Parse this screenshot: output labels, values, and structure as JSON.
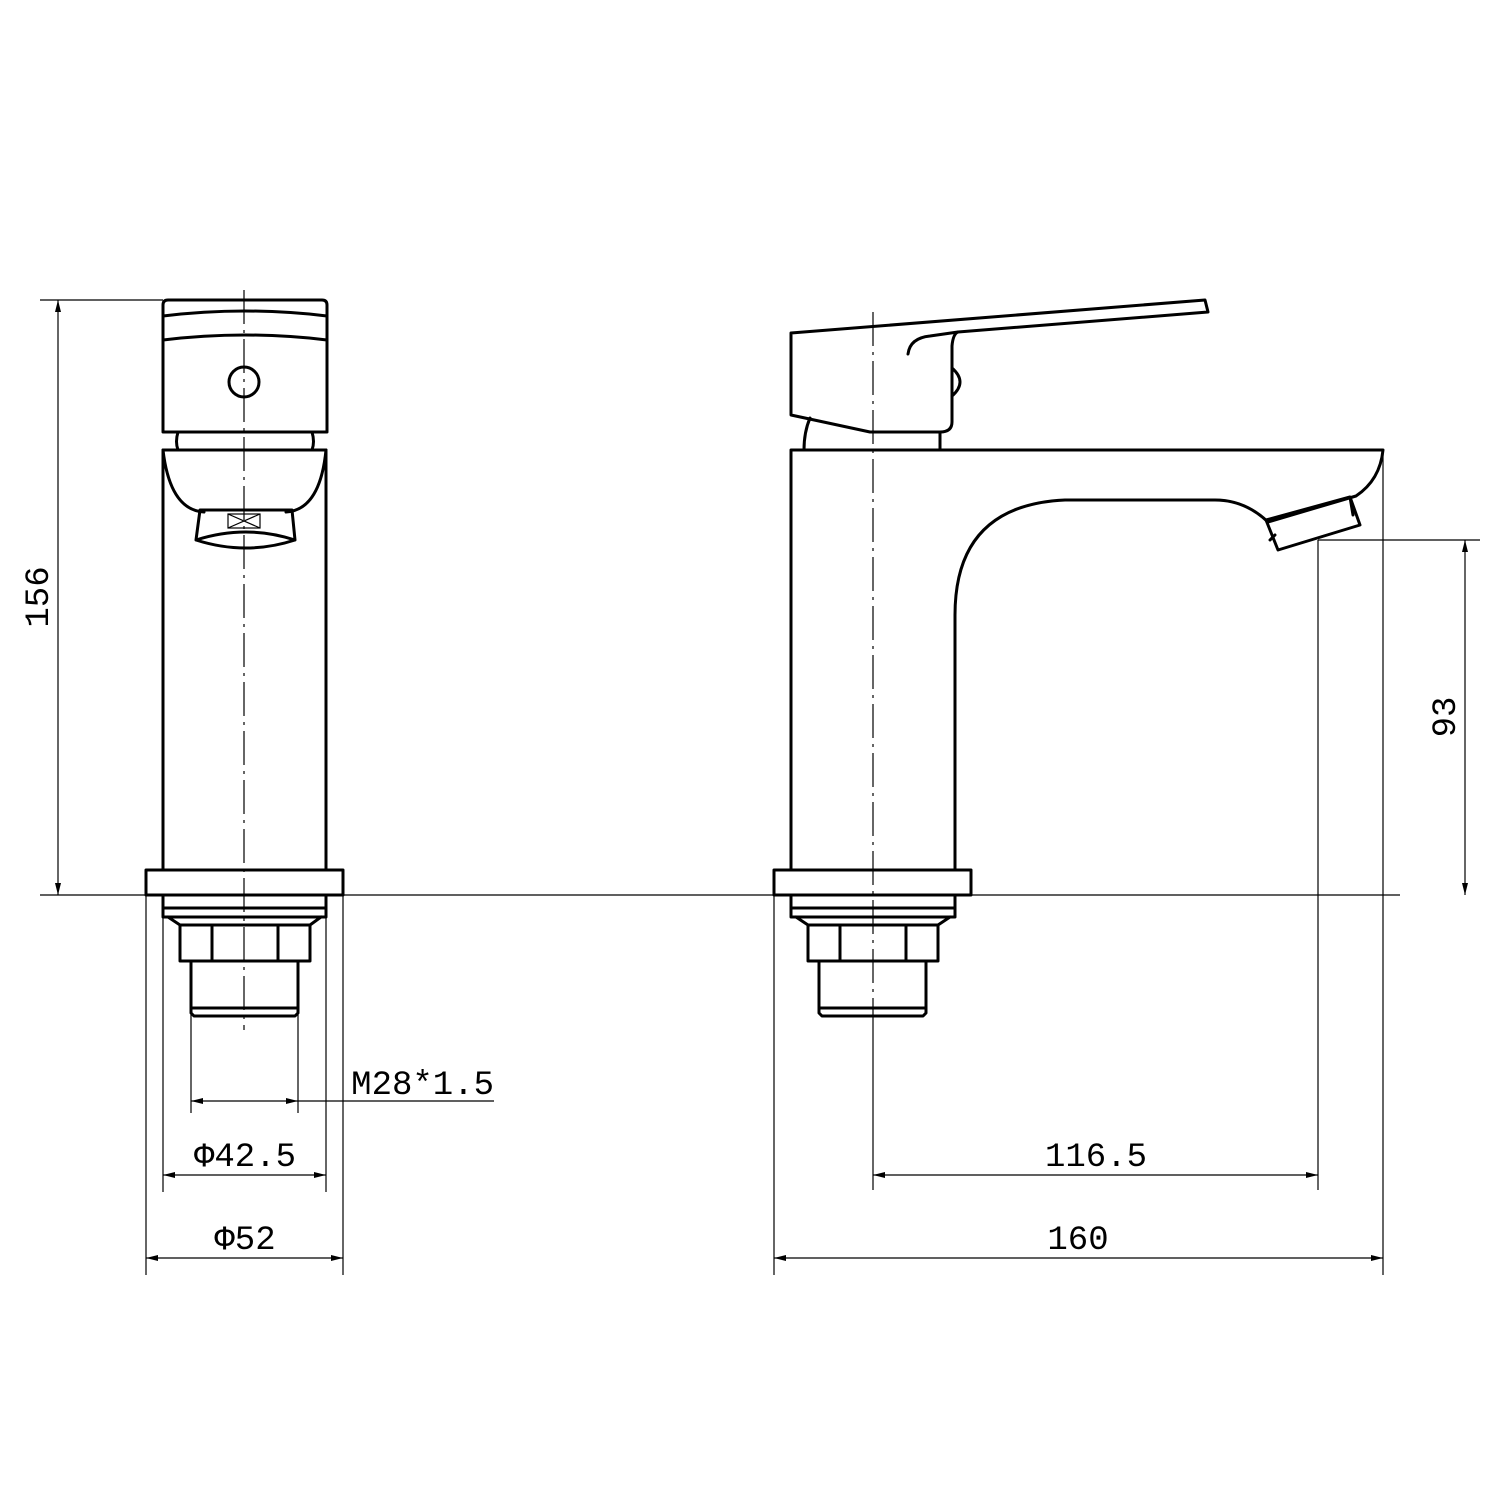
{
  "colors": {
    "line": "#000000",
    "background": "#ffffff"
  },
  "dimensions": {
    "height_total": "156",
    "spout_height": "93",
    "thread": "M28*1.5",
    "body_diameter": "Φ42.5",
    "base_diameter": "Φ52",
    "spout_reach": "116.5",
    "total_length": "160"
  }
}
